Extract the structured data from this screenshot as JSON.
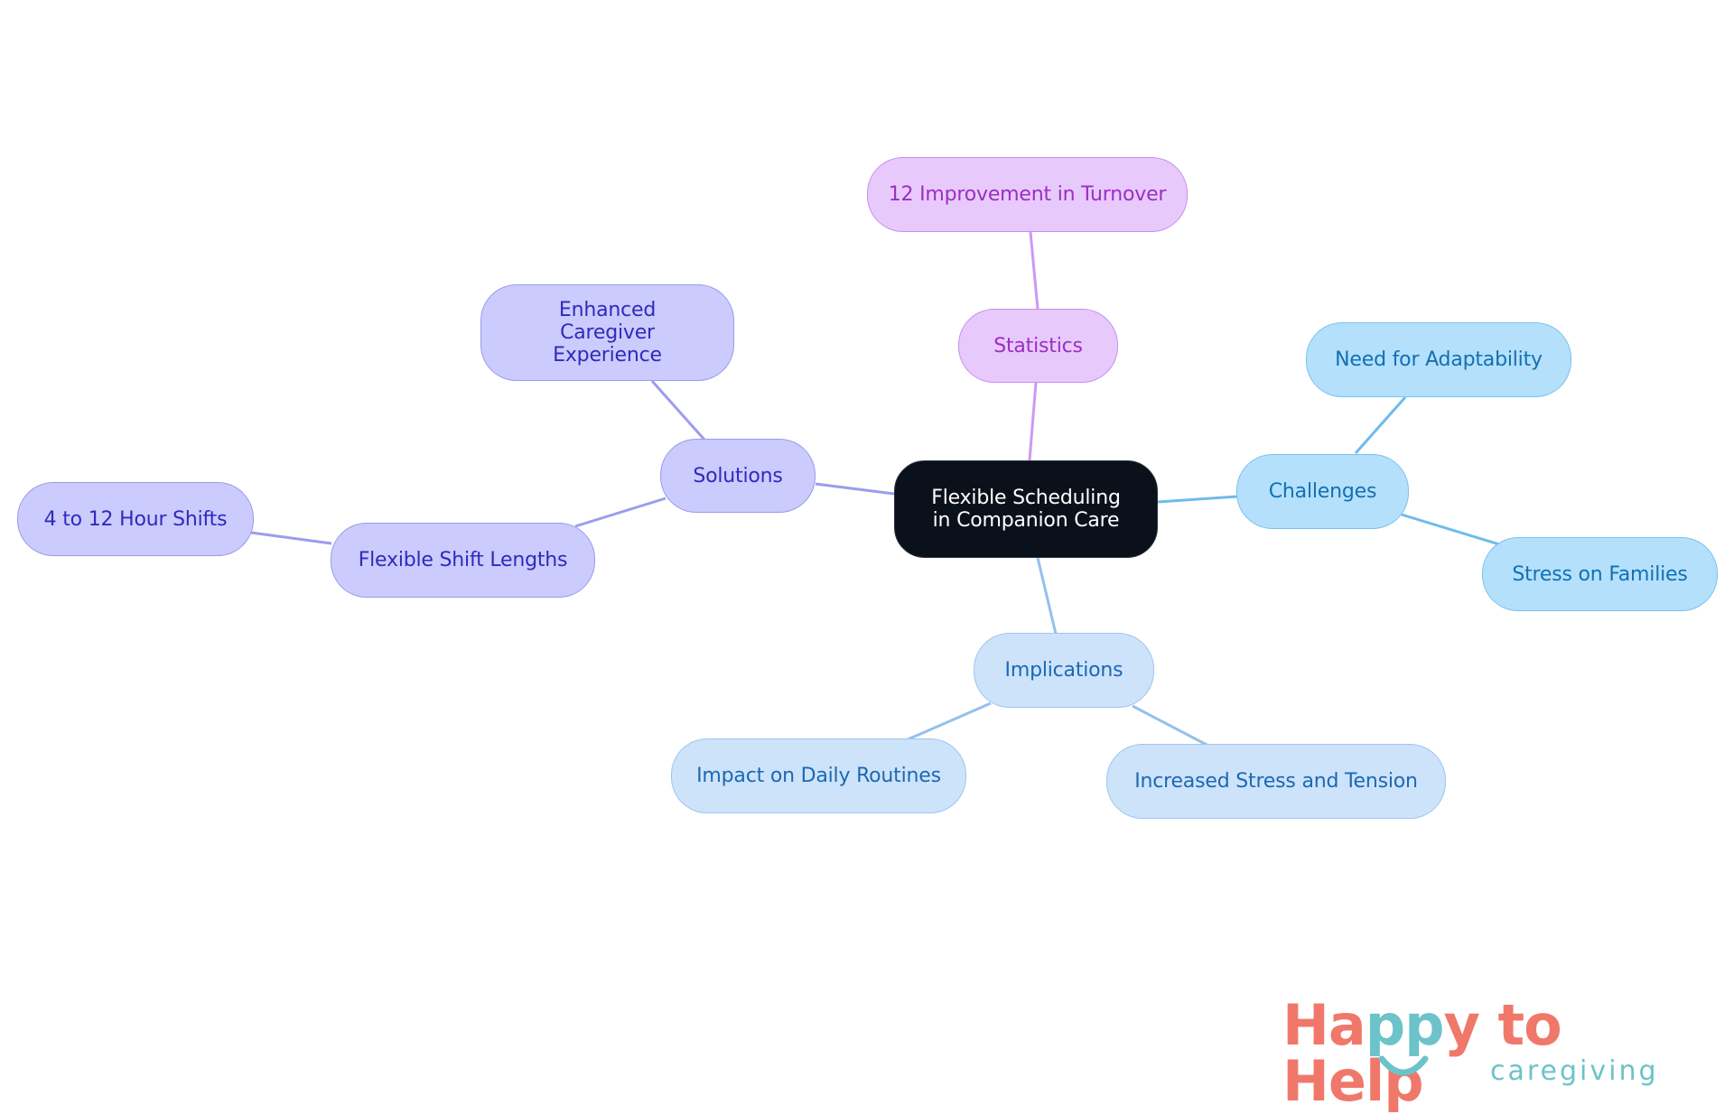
{
  "diagram": {
    "root": {
      "label": "Flexible Scheduling in Companion Care"
    },
    "statistics": {
      "label": "Statistics",
      "children": [
        "12 Improvement in Turnover"
      ]
    },
    "solutions": {
      "label": "Solutions",
      "children": {
        "enhanced": "Enhanced Caregiver Experience",
        "flexible_shift": "Flexible Shift Lengths",
        "hour_shifts": "4 to 12 Hour Shifts"
      }
    },
    "challenges": {
      "label": "Challenges",
      "children": [
        "Need for Adaptability",
        "Stress on Families"
      ]
    },
    "implications": {
      "label": "Implications",
      "children": [
        "Impact on Daily Routines",
        "Increased Stress and Tension"
      ]
    }
  },
  "colors": {
    "root": "#0b111b",
    "statistics_edge": "#c99af2",
    "solutions_edge": "#9d9bef",
    "challenges_edge": "#6fbbea",
    "implications_edge": "#94c0ec"
  },
  "logo": {
    "text": "Happy to Help",
    "tagline": "caregiving",
    "primary_color": "#f0786b",
    "accent_color": "#6cc3c9"
  }
}
